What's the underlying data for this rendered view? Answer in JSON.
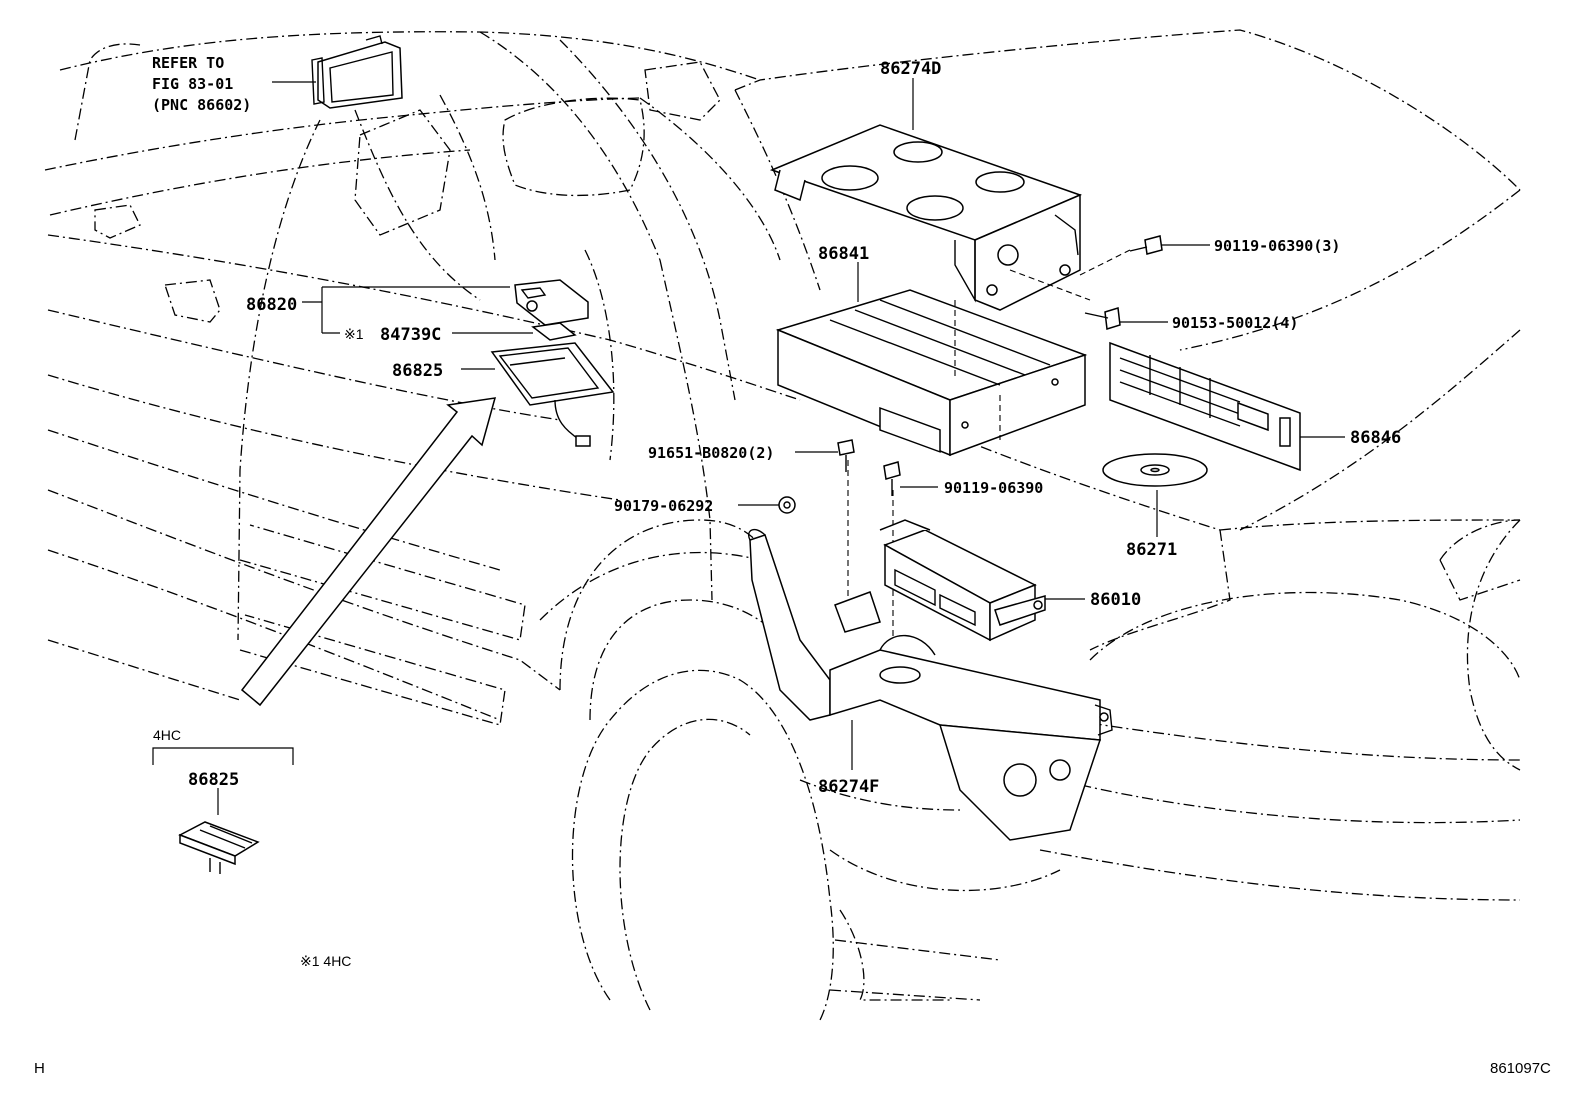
{
  "refer_note": {
    "line1": "REFER TO",
    "line2": "FIG 83-01",
    "line3": "(PNC 86602)"
  },
  "labels": {
    "p86274D": "86274D",
    "p86841": "86841",
    "p90119_06390_3": "90119-06390(3)",
    "p90153_50012_4": "90153-50012(4)",
    "p86846": "86846",
    "p86271": "86271",
    "p86820": "86820",
    "p84739C_mark": "※1",
    "p84739C": "84739C",
    "p86825": "86825",
    "p91651_B0820_2": "91651-B0820(2)",
    "p90119_06390": "90119-06390",
    "p90179_06292": "90179-06292",
    "p86010": "86010",
    "p86274F": "86274F",
    "inset_variant": "4HC",
    "inset_part": "86825"
  },
  "footnote": "※1 4HC",
  "corner_left": "H",
  "corner_right": "861097C"
}
